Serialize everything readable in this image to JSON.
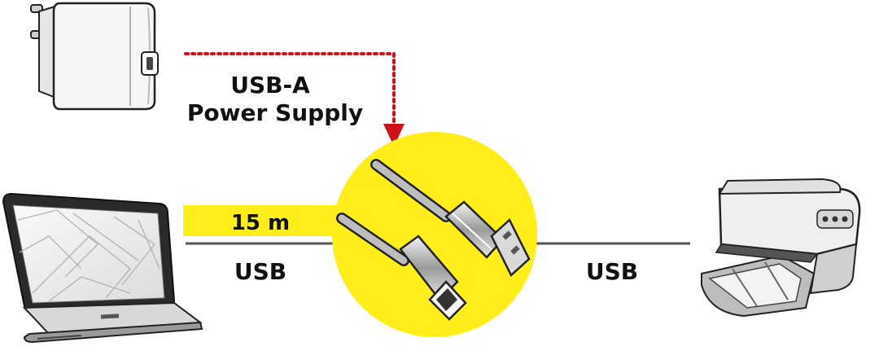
{
  "labels": {
    "power_line1": "USB-A",
    "power_line2": "Power Supply",
    "length": "15 m",
    "usb_left": "USB",
    "usb_right": "USB"
  },
  "colors": {
    "highlight_yellow": "#FFEE1A",
    "power_arrow_red": "#D0101A",
    "line_gray": "#555555",
    "sketch_stroke": "#222222"
  },
  "icons": {
    "power_adapter": "power-adapter-icon",
    "laptop": "laptop-icon",
    "printer": "printer-icon",
    "cable_plugs": "usb-cable-plugs-icon"
  }
}
